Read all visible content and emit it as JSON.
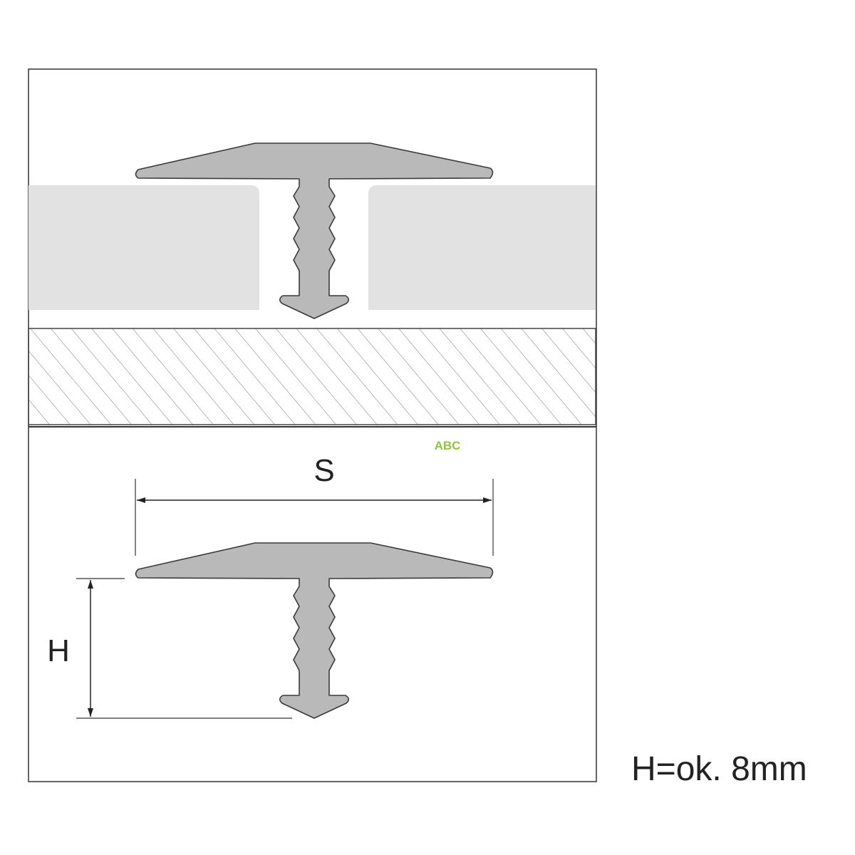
{
  "dimensions": {
    "width_label": "S",
    "height_label": "H"
  },
  "note": "H=ok. 8mm",
  "watermark": "ABC",
  "colors": {
    "profile": "#b9b9b9",
    "board": "#e2e2e2",
    "outline": "#3a3a3a",
    "watermark": "#8dc63f"
  }
}
